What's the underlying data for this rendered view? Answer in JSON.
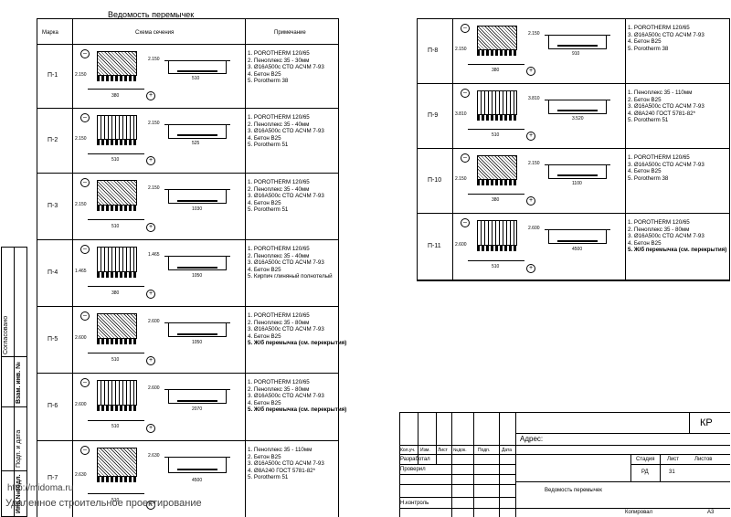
{
  "title": "Ведомость перемычек",
  "headers": {
    "mark": "Марка",
    "scheme": "Схема сечения",
    "notes": "Примечание"
  },
  "left_rows": [
    {
      "mark": "П-1",
      "notes": [
        "1. POROTHERM 120/65",
        "2. Пеноплекс 35 - 30мм",
        "3. Ø16А500с СТО АСЧМ 7-93",
        "4. Бетон В25",
        "5. Porotherm 38"
      ],
      "dims": [
        "2.150",
        "380",
        "2.150",
        "510"
      ]
    },
    {
      "mark": "П-2",
      "notes": [
        "1. POROTHERM 120/65",
        "2. Пеноплекс 35 - 40мм",
        "3. Ø16А500с СТО АСЧМ 7-93",
        "4. Бетон В25",
        "5. Porotherm 51"
      ],
      "dims": [
        "2.150",
        "510",
        "2.150",
        "525"
      ]
    },
    {
      "mark": "П-3",
      "notes": [
        "1. POROTHERM 120/65",
        "2. Пеноплекс 35 - 40мм",
        "3. Ø16А500с СТО АСЧМ 7-93",
        "4. Бетон В25",
        "5. Porotherm 51"
      ],
      "dims": [
        "2.150",
        "510",
        "2.150",
        "1030"
      ]
    },
    {
      "mark": "П-4",
      "notes": [
        "1. POROTHERM 120/65",
        "2. Пеноплекс 35 - 40мм",
        "3. Ø16А500с СТО АСЧМ 7-93",
        "4. Бетон В25",
        "5. Кирпич глиняный полнотелый"
      ],
      "dims": [
        "1.465",
        "380",
        "1.465",
        "1050"
      ]
    },
    {
      "mark": "П-5",
      "notes": [
        "1. POROTHERM 120/65",
        "2. Пеноплекс 35 - 80мм",
        "3. Ø16А500с СТО АСЧМ 7-93",
        "4. Бетон В25",
        "5. Ж/б перемычка (см. перекрытия)"
      ],
      "dims": [
        "2.600",
        "510",
        "2.600",
        "1050"
      ]
    },
    {
      "mark": "П-6",
      "notes": [
        "1. POROTHERM 120/65",
        "2. Пеноплекс 35 - 80мм",
        "3. Ø16А500с СТО АСЧМ 7-93",
        "4. Бетон В25",
        "5. Ж/б перемычка (см. перекрытия)"
      ],
      "dims": [
        "2.600",
        "510",
        "2.600",
        "2070"
      ]
    },
    {
      "mark": "П-7",
      "notes": [
        "1. Пеноплекс 35 - 110мм",
        "2. Бетон В25",
        "3. Ø16А500с СТО АСЧМ 7-93",
        "4. Ø8А240 ГОСТ 5781-82*",
        "5. Porotherm 51"
      ],
      "dims": [
        "2.630",
        "510",
        "2.630",
        "4500"
      ]
    }
  ],
  "right_rows": [
    {
      "mark": "П-8",
      "notes": [
        "1. POROTHERM 120/65",
        "",
        "3. Ø16А500с СТО АСЧМ 7-93",
        "4. Бетон В25",
        "5. Porotherm 38"
      ],
      "dims": [
        "2.150",
        "380",
        "2.150",
        "910"
      ]
    },
    {
      "mark": "П-9",
      "notes": [
        "1. Пеноплекс 35 - 110мм",
        "2. Бетон В25",
        "3. Ø16А500с СТО АСЧМ 7-93",
        "4. Ø8А240 ГОСТ 5781-82*",
        "5. Porotherm 51"
      ],
      "dims": [
        "3.810",
        "510",
        "3.810",
        "3.520"
      ]
    },
    {
      "mark": "П-10",
      "notes": [
        "1. POROTHERM 120/65",
        "",
        "3. Ø16А500с СТО АСЧМ 7-93",
        "4. Бетон В25",
        "5. Porotherm 38"
      ],
      "dims": [
        "2.150",
        "380",
        "2.150",
        "1100"
      ]
    },
    {
      "mark": "П-11",
      "notes": [
        "1. POROTHERM 120/65",
        "2. Пеноплекс 35 - 80мм",
        "3. Ø16А500с СТО АСЧМ 7-93",
        "4. Бетон В25",
        "5. Ж/б перемычка (см. перекрытия)"
      ],
      "dims": [
        "2.600",
        "510",
        "2.600",
        "4500"
      ]
    }
  ],
  "side_stamp": {
    "agreed": "Согласовано",
    "inv": "Взам. инв. №",
    "sign": "Подп. и дата",
    "inv_orig": "Инв.№подл."
  },
  "title_block": {
    "code": "КР",
    "address_label": "Адрес:",
    "cols": [
      "Кол.уч.",
      "Изм.",
      "Лист",
      "№док.",
      "Подп.",
      "Дата"
    ],
    "developed": "Разработал",
    "checked": "Проверил",
    "nkontrol": "Н.контроль",
    "stage_h": "Стадия",
    "sheet_h": "Лист",
    "sheets_h": "Листов",
    "stage": "РД",
    "sheet": "31",
    "doc_title": "Ведомость перемычек",
    "copied": "Копировал",
    "format": "А3"
  },
  "watermark": {
    "url": "http://midoma.ru",
    "text": "Удаленное строительное проектирование"
  }
}
